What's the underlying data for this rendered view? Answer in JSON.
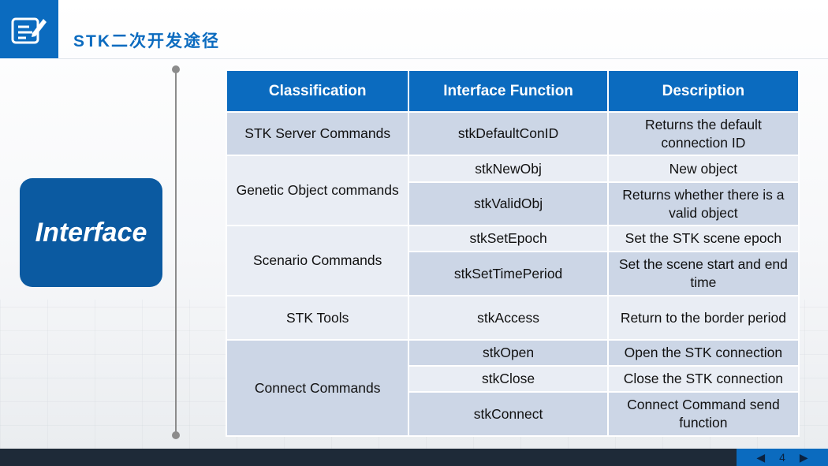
{
  "header": {
    "title": "STK二次开发途径",
    "icon": "edit-document-icon"
  },
  "side_label": "Interface",
  "table": {
    "headers": [
      "Classification",
      "Interface Function",
      "Description"
    ],
    "groups": [
      {
        "classification": "STK Server Commands",
        "rows": [
          {
            "function": "stkDefaultConID",
            "description": "Returns the default connection ID"
          }
        ]
      },
      {
        "classification": "Genetic Object commands",
        "rows": [
          {
            "function": "stkNewObj",
            "description": "New object"
          },
          {
            "function": "stkValidObj",
            "description": "Returns whether there is a valid object"
          }
        ]
      },
      {
        "classification": "Scenario Commands",
        "rows": [
          {
            "function": "stkSetEpoch",
            "description": "Set the STK scene epoch"
          },
          {
            "function": "stkSetTimePeriod",
            "description": "Set the scene start and end time"
          }
        ]
      },
      {
        "classification": "STK Tools",
        "rows": [
          {
            "function": "stkAccess",
            "description": "Return to the border period"
          }
        ]
      },
      {
        "classification": "Connect Commands",
        "rows": [
          {
            "function": "stkOpen",
            "description": "Open the STK connection"
          },
          {
            "function": "stkClose",
            "description": "Close the STK connection"
          },
          {
            "function": "stkConnect",
            "description": "Connect Command send function"
          }
        ]
      }
    ]
  },
  "pager": {
    "page": "4",
    "prev_icon": "prev-triangle-icon",
    "next_icon": "next-triangle-icon"
  },
  "colors": {
    "accent": "#0b6bbf",
    "box": "#0b5aa1",
    "row_dark": "#ccd6e6",
    "row_light": "#e9edf4",
    "footer": "#1e2a38"
  }
}
